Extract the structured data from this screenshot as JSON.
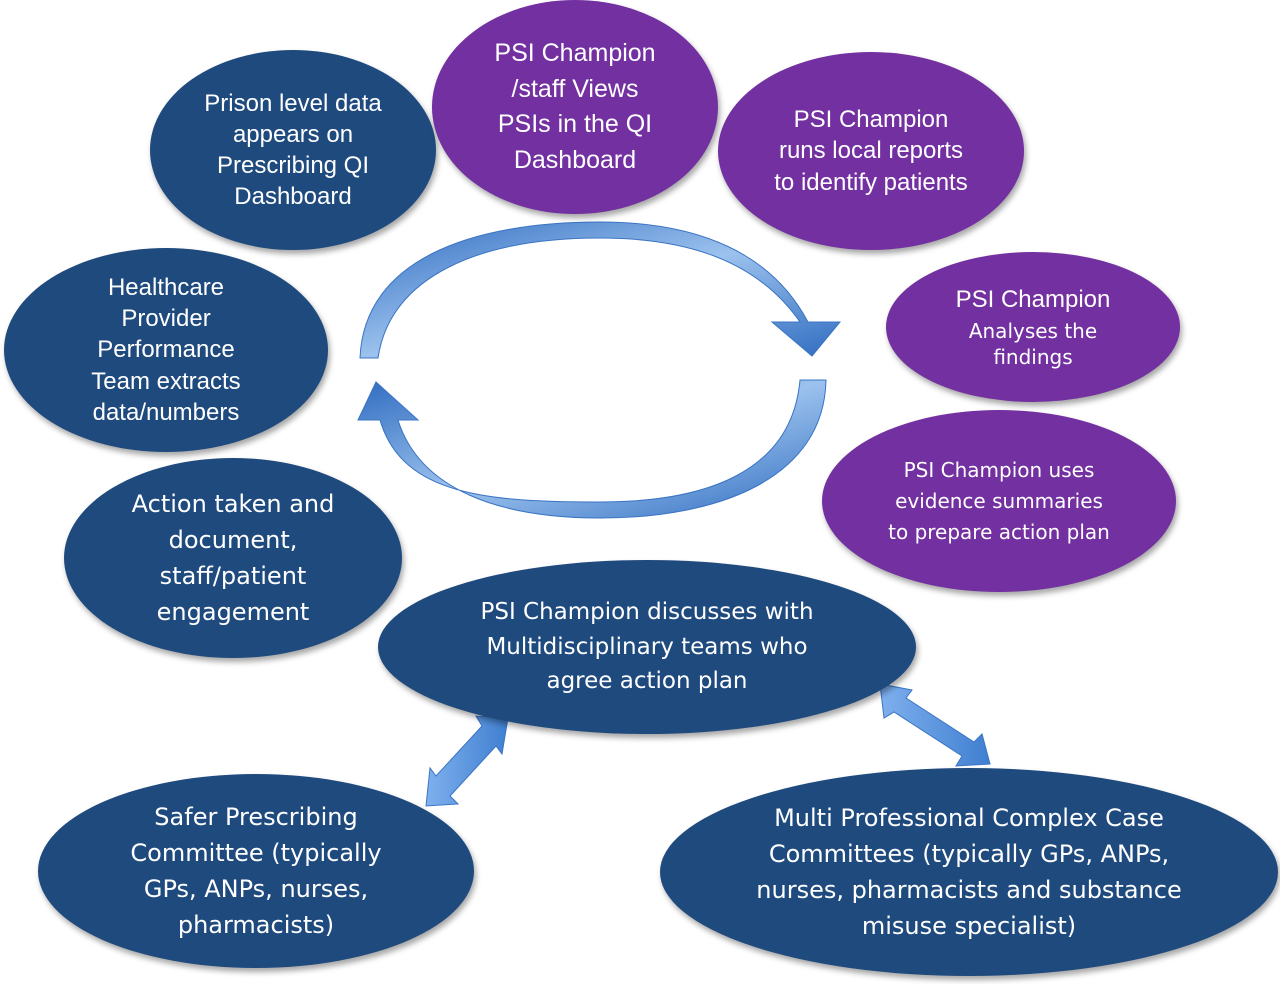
{
  "nodes": {
    "prison_level": "Prison level data appears on Prescribing QI Dashboard",
    "psi_views": "PSI Champion /staff Views PSIs in the QI Dashboard",
    "runs_reports": "PSI Champion runs local reports to identify patients",
    "analyses_title": "PSI Champion",
    "analyses_text": "Analyses the findings",
    "evidence": "PSI Champion uses evidence summaries to prepare action plan",
    "healthcare_provider": "Healthcare Provider Performance Team extracts data/numbers",
    "action_taken": "Action taken and document, staff/patient engagement",
    "discusses": "PSI Champion discusses with Multidisciplinary teams who agree action plan",
    "safer_prescribing": "Safer Prescribing Committee (typically GPs, ANPs, nurses, pharmacists)",
    "complex_case": "Multi Professional Complex Case Committees (typically GPs, ANPs, nurses, pharmacists and substance misuse specialist)"
  },
  "colors": {
    "dark_blue": "#1f4a7e",
    "purple": "#7330a0",
    "arrow_blue": "#5b8fd6"
  }
}
